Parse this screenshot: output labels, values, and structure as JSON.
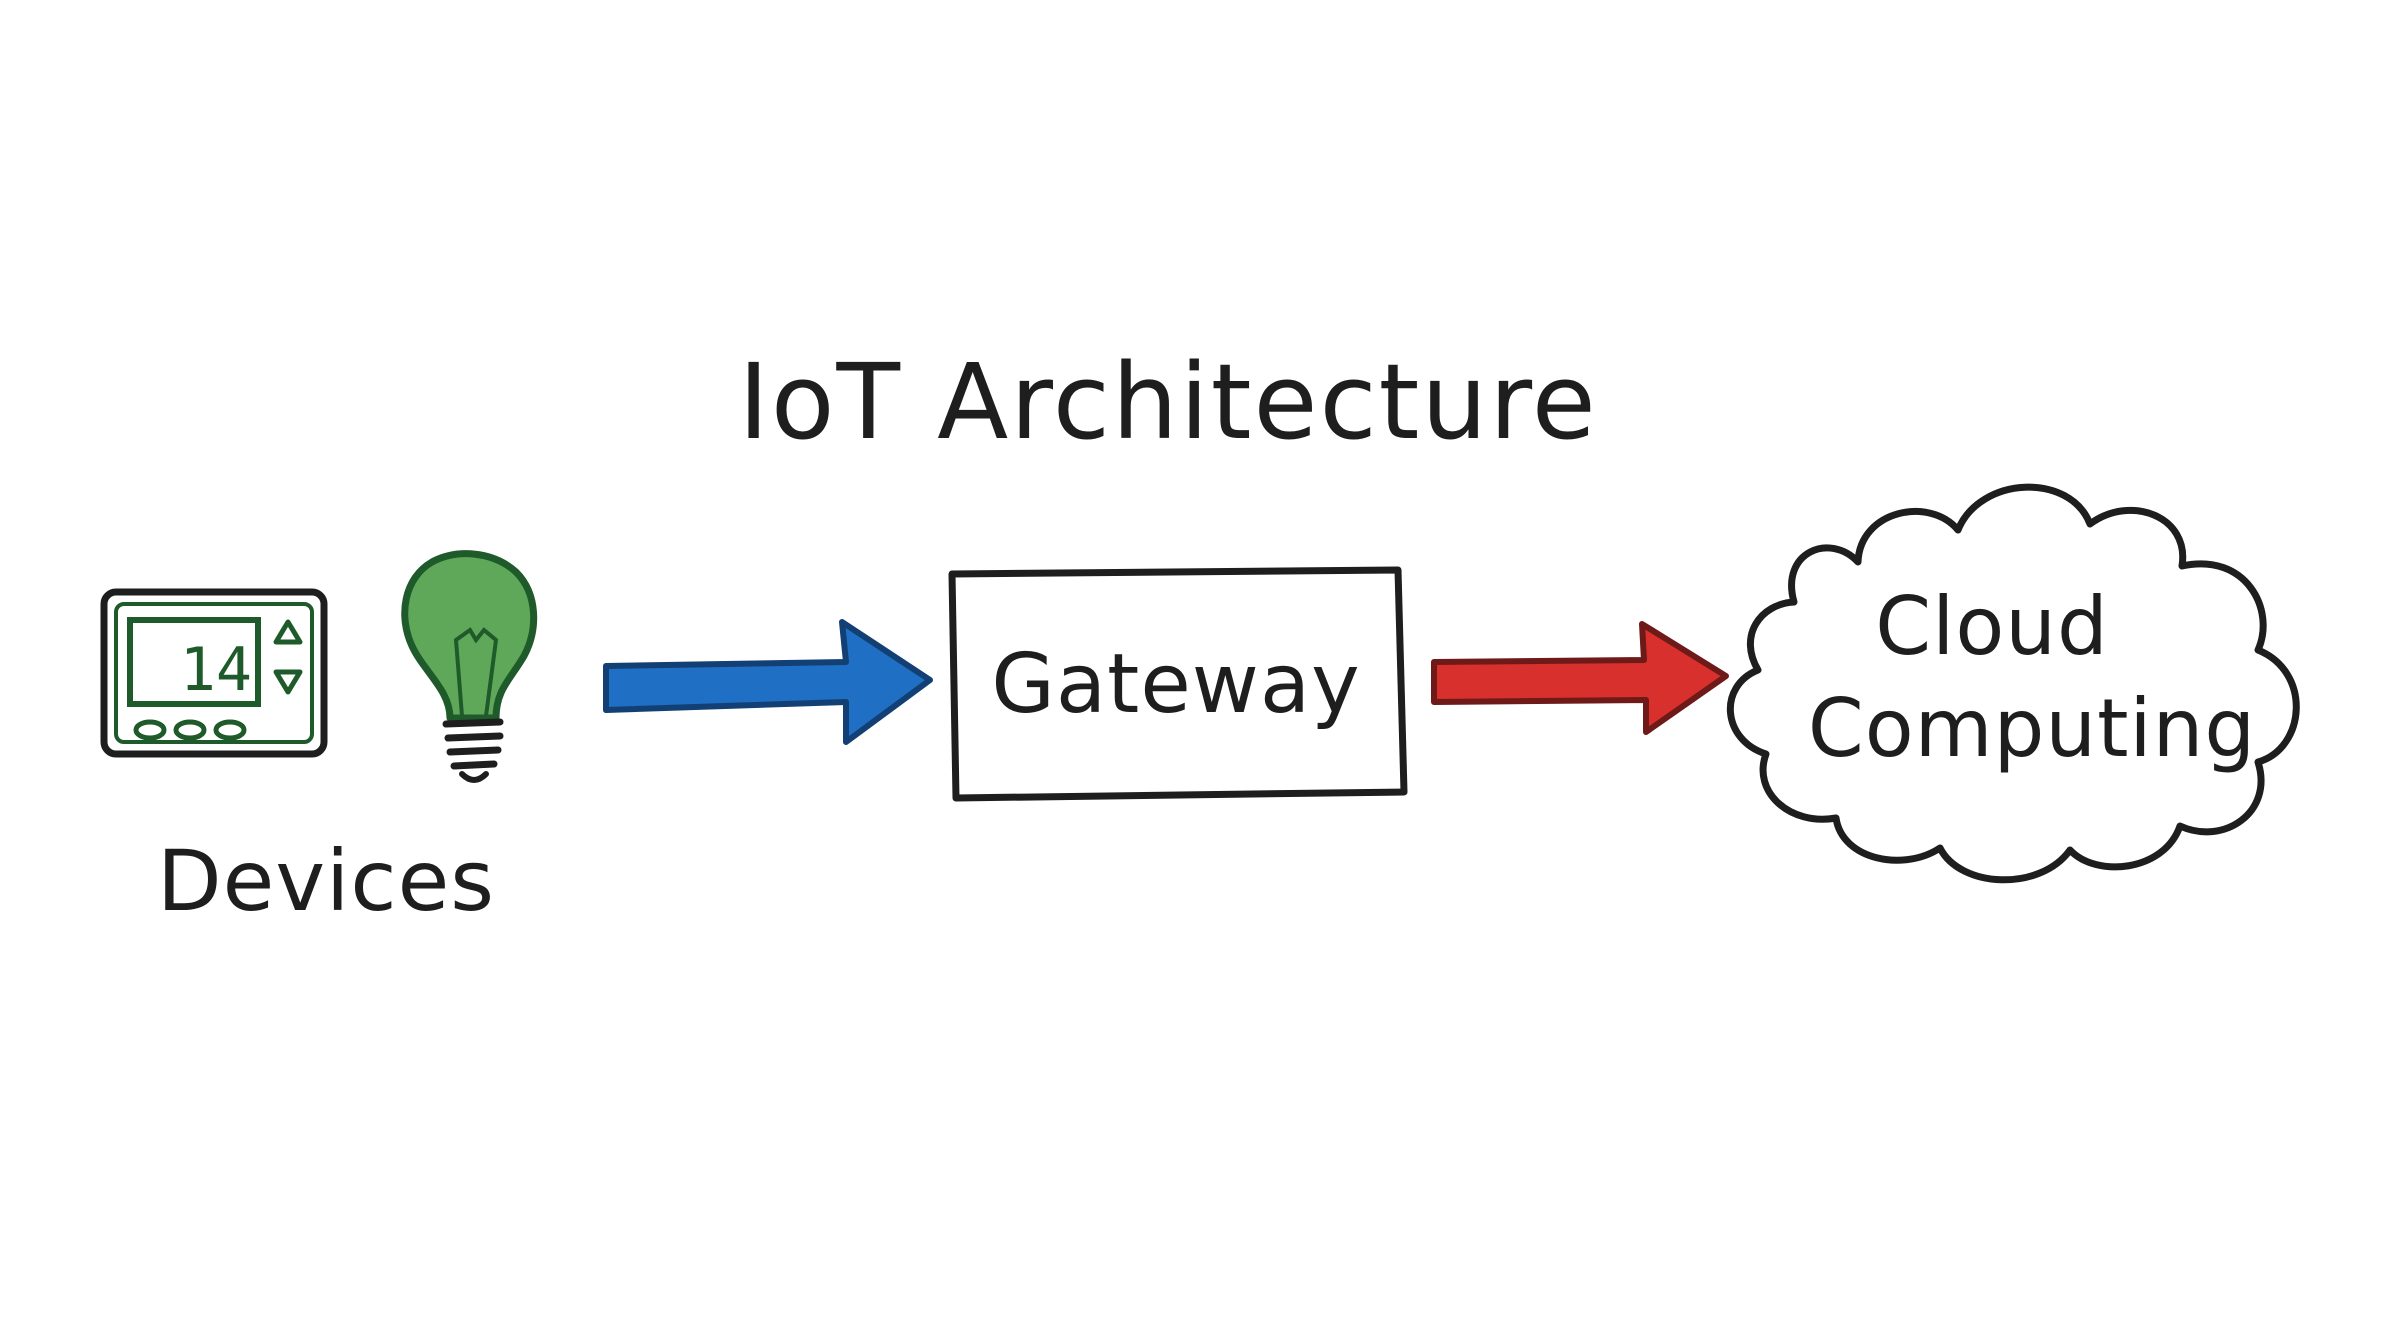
{
  "title": "IoT Architecture",
  "devices": {
    "label": "Devices",
    "thermostat_reading": "14",
    "icons": [
      "thermostat-icon",
      "lightbulb-icon"
    ]
  },
  "gateway": {
    "label": "Gateway"
  },
  "cloud": {
    "line1": "Cloud",
    "line2": "Computing",
    "icon": "cloud-icon"
  },
  "arrows": [
    {
      "name": "devices-to-gateway-arrow",
      "color": "#1f6fc4"
    },
    {
      "name": "gateway-to-cloud-arrow",
      "color": "#d8302c"
    }
  ],
  "colors": {
    "ink": "#1e1e1e",
    "device_green": "#1f5a2a",
    "bulb_fill": "#5fa85a",
    "blue_arrow": "#1f6fc4",
    "red_arrow": "#d8302c"
  }
}
